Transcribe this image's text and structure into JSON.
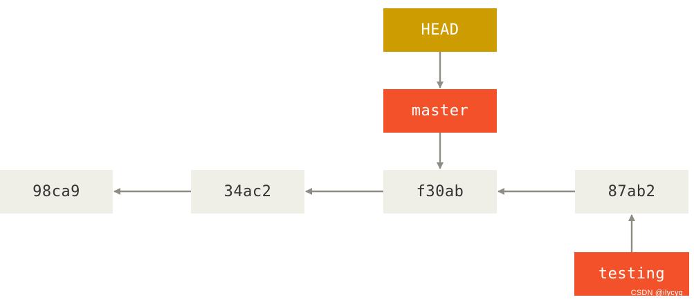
{
  "nodes": {
    "head": {
      "label": "HEAD",
      "color": "#cd9c00"
    },
    "master": {
      "label": "master",
      "color": "#f25129"
    },
    "testing": {
      "label": "testing",
      "color": "#f25129"
    },
    "commits": {
      "c98ca9": "98ca9",
      "c34ac2": "34ac2",
      "cf30ab": "f30ab",
      "c87ab2": "87ab2"
    },
    "commit_color": "#efefe8"
  },
  "arrow_color": "#8f8c84",
  "watermark": "CSDN @ilycyq"
}
